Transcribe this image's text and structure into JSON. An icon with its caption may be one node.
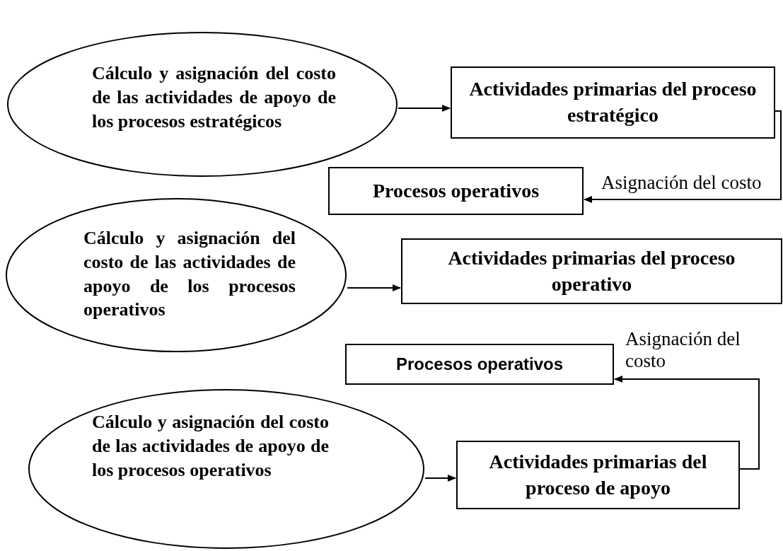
{
  "diagram": {
    "nodes": [
      {
        "text": [
          "Cálculo y asignación del costo de las actividades de apoyo de los procesos estratégicos"
        ]
      },
      {
        "text": [
          "Actividades primarias del proceso estratégico"
        ]
      },
      {
        "text": [
          "Procesos operativos"
        ]
      },
      {
        "text": [
          "Cálculo y asignación del costo de las actividades de apoyo de los procesos operativos"
        ]
      },
      {
        "text": [
          "Actividades primarias del proceso operativo"
        ]
      },
      {
        "text": [
          "Procesos operativos"
        ]
      },
      {
        "text": [
          "Cálculo y asignación del costo de las actividades de apoyo de los procesos operativos"
        ]
      },
      {
        "text": [
          "Actividades primarias del proceso de apoyo"
        ]
      }
    ],
    "edges": [
      {
        "from": 0,
        "to": 1,
        "arrow": "to"
      },
      {
        "from": 1,
        "to": 2,
        "arrow": "to",
        "label": "Asignación del costo"
      },
      {
        "from": 3,
        "to": 4,
        "arrow": "to"
      },
      {
        "from": 6,
        "to": 7,
        "arrow": "to"
      },
      {
        "from": 7,
        "to": 5,
        "arrow": "to",
        "label": "Asignación del costo"
      }
    ]
  }
}
